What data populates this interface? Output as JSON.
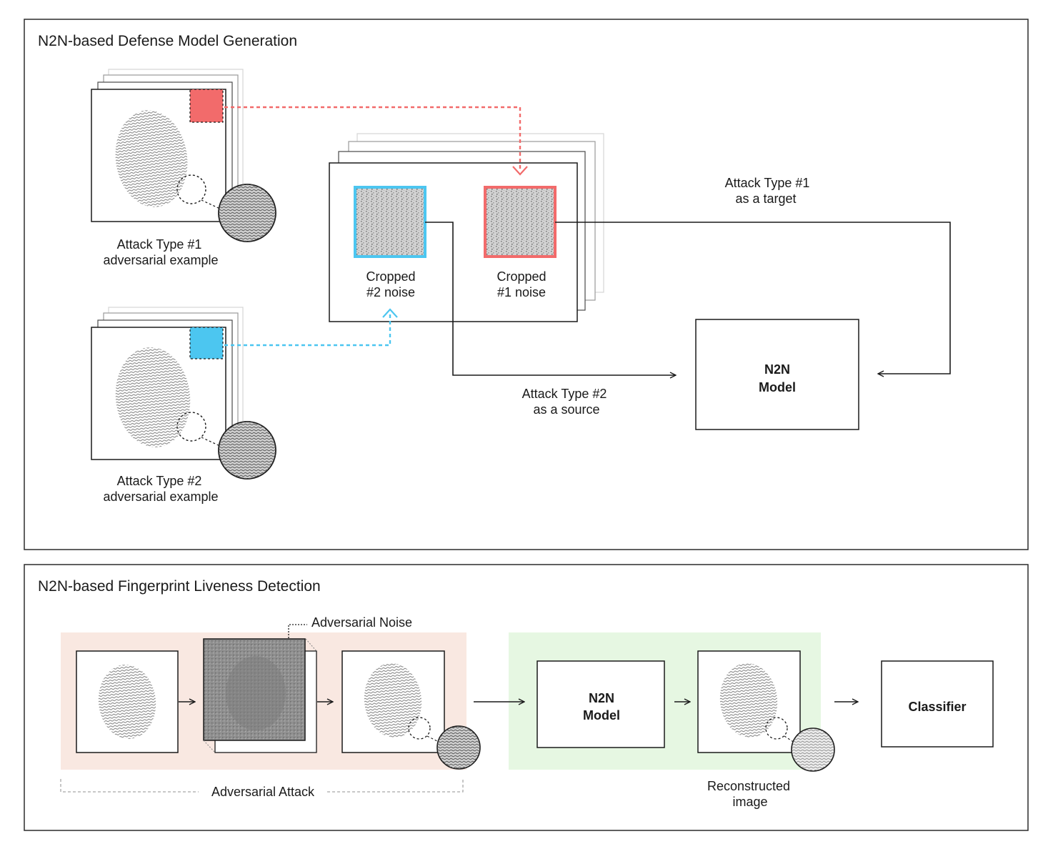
{
  "panel1": {
    "title": "N2N-based Defense Model Generation",
    "attack1_label": [
      "Attack Type #1",
      "adversarial example"
    ],
    "attack2_label": [
      "Attack Type #2",
      "adversarial example"
    ],
    "crop2_label": [
      "Cropped",
      "#2 noise"
    ],
    "crop1_label": [
      "Cropped",
      "#1 noise"
    ],
    "target_label": [
      "Attack Type #1",
      "as a target"
    ],
    "source_label": [
      "Attack Type #2",
      "as a source"
    ],
    "model_label": [
      "N2N",
      "Model"
    ]
  },
  "panel2": {
    "title": "N2N-based Fingerprint Liveness Detection",
    "adversarial_noise": "Adversarial Noise",
    "adversarial_attack": "Adversarial Attack",
    "model_label": [
      "N2N",
      "Model"
    ],
    "reconstructed_label": [
      "Reconstructed",
      "image"
    ],
    "classifier": "Classifier"
  },
  "colors": {
    "red_noise": "#f26b6b",
    "blue_noise": "#4cc6f0",
    "attack_bg": "#f9e8e1",
    "model_bg": "#e6f7e2"
  }
}
